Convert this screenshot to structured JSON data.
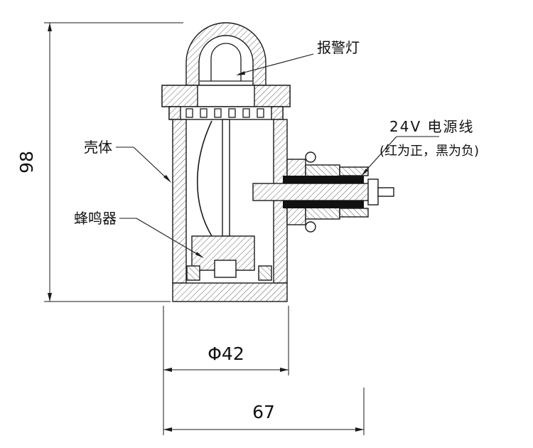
{
  "drawing": {
    "labels": {
      "alarm_light": "报警灯",
      "housing": "壳体",
      "buzzer": "蜂鸣器",
      "power_cable": "24V 电源线",
      "power_cable_note": "(红为正，黑为负)"
    },
    "dimensions": {
      "overall_height": "98",
      "body_diameter": "Φ42",
      "overall_width": "67"
    },
    "colors": {
      "line": "#1a1a1a",
      "background": "#ffffff"
    }
  }
}
